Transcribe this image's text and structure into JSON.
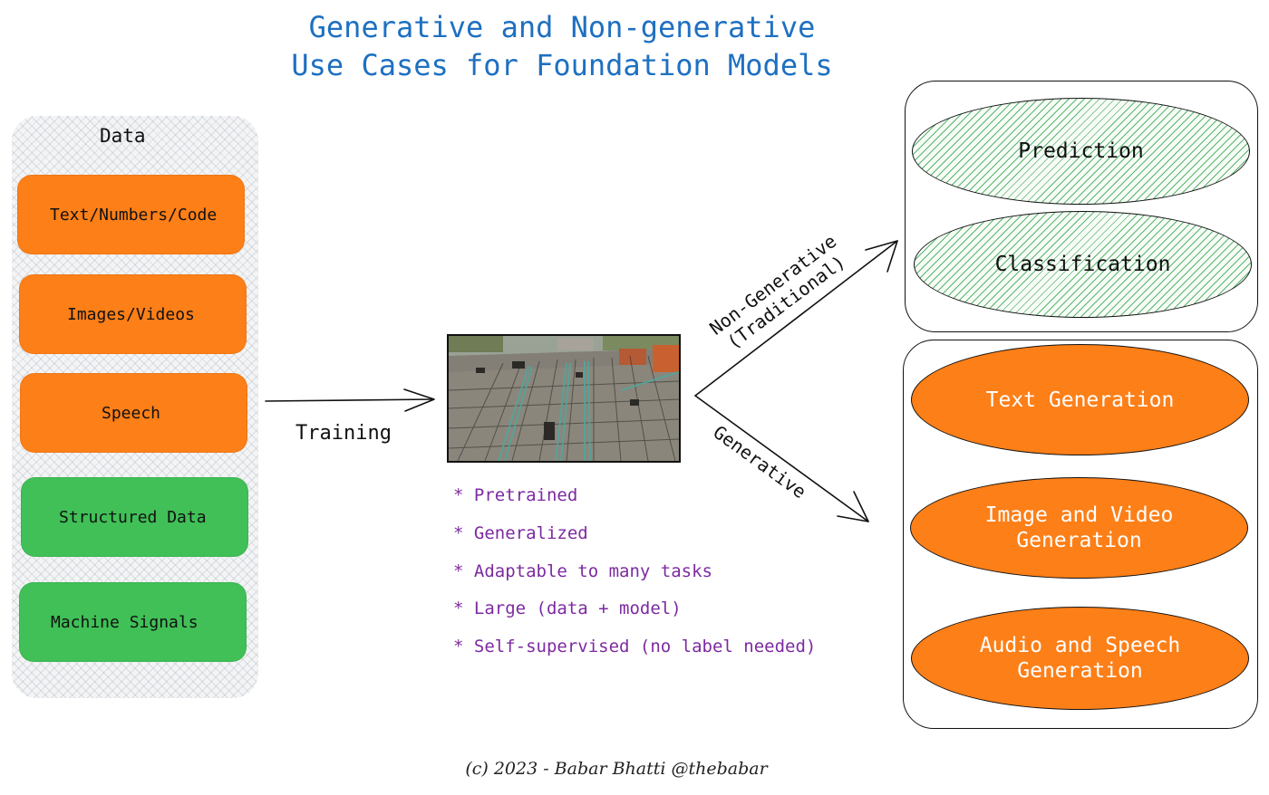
{
  "title": {
    "line1": "Generative and Non-generative",
    "line2": "Use Cases for Foundation Models"
  },
  "data_panel": {
    "title": "Data",
    "items": [
      {
        "label": "Text/Numbers/Code",
        "color": "orange"
      },
      {
        "label": "Images/Videos",
        "color": "orange"
      },
      {
        "label": "Speech",
        "color": "orange"
      },
      {
        "label": "Structured Data",
        "color": "green"
      },
      {
        "label": "Machine Signals",
        "color": "green"
      }
    ]
  },
  "training_label": "Training",
  "model": {
    "image": "construction-site-photo",
    "properties": [
      "* Pretrained",
      "* Generalized",
      "* Adaptable to many tasks",
      "* Large (data + model)",
      "* Self-supervised (no label needed)"
    ]
  },
  "branches": {
    "non_generative": {
      "label_line1": "Non-Generative",
      "label_line2": "(Traditional)",
      "outputs": [
        "Prediction",
        "Classification"
      ]
    },
    "generative": {
      "label": "Generative",
      "outputs": [
        {
          "line1": "Text Generation",
          "line2": ""
        },
        {
          "line1": "Image and Video",
          "line2": "Generation"
        },
        {
          "line1": "Audio and Speech",
          "line2": "Generation"
        }
      ]
    }
  },
  "credit": "(c) 2023 - Babar Bhatti @thebabar",
  "colors": {
    "title": "#1e70c1",
    "orange": "#fd7f18",
    "green": "#40c057",
    "purple_text": "#7d2aa0",
    "hatch_green": "#5ab46e"
  }
}
